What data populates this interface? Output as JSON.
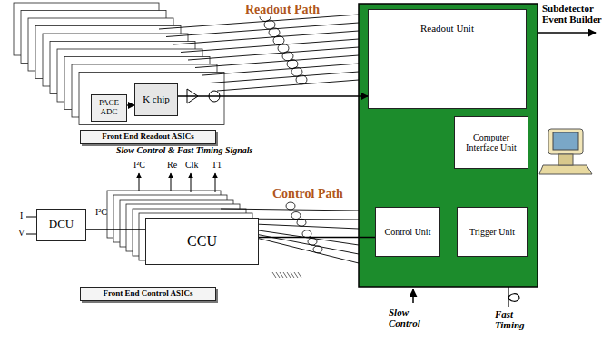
{
  "diagram": {
    "nodes": [
      {
        "text": [
          "Front End Readout ASICs"
        ]
      },
      {
        "text": [
          "PACE ADC"
        ]
      },
      {
        "text": [
          "K chip"
        ]
      },
      {
        "text": [
          "Readout Unit"
        ]
      },
      {
        "text": [
          "Computer Interface Unit"
        ]
      },
      {
        "text": [
          "Control Unit"
        ]
      },
      {
        "text": [
          "Trigger Unit"
        ]
      },
      {
        "text": [
          "DCU"
        ]
      },
      {
        "text": [
          "CCU"
        ]
      },
      {
        "text": [
          "Front End Control ASICs"
        ]
      }
    ],
    "edges": [
      {
        "from": 1,
        "to": 2,
        "arrow": "to"
      },
      {
        "from": 2,
        "to": 3,
        "arrow": "to"
      },
      {
        "from": 7,
        "to": 8,
        "arrow": "none"
      },
      {
        "from": 8,
        "to": 5,
        "arrow": "none"
      }
    ],
    "labels": [
      "Readout Path",
      "Subdetector Event Builder",
      "Slow Control & Fast Timing Signals",
      "I²C",
      "Re",
      "Clk",
      "T1",
      "I",
      "V",
      "I²C",
      "Control Path",
      "Slow Control",
      "Fast Timing"
    ]
  }
}
